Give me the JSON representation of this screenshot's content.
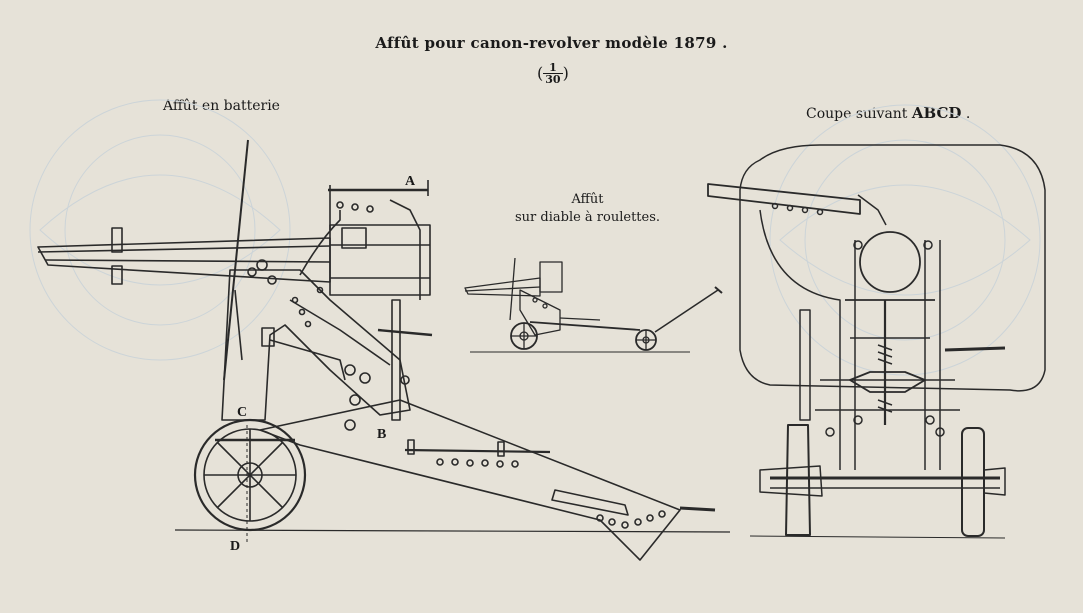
{
  "plate": {
    "title": "Affût pour canon-revolver modèle 1879 .",
    "scale": {
      "numerator": "1",
      "denominator": "30"
    }
  },
  "views": {
    "left_caption": "Affût en batterie",
    "middle_caption_line1": "Affût",
    "middle_caption_line2": "sur diable à roulettes.",
    "right_caption_prefix": "Coupe suivant",
    "right_caption_bold": "ABCD",
    "right_caption_suffix": "."
  },
  "section_letters": {
    "a": "A",
    "b": "B",
    "c": "C",
    "d": "D"
  },
  "colors": {
    "paper": "#e6e2d8",
    "ink": "#2a2a2a",
    "watermark": "#c9d3d8"
  }
}
